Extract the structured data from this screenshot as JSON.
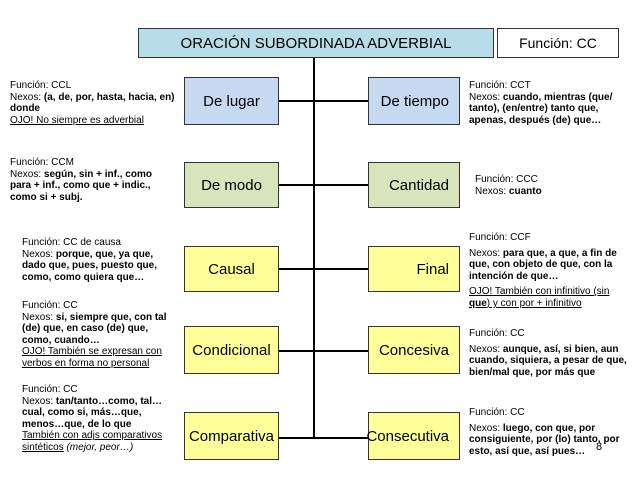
{
  "title": "ORACIÓN SUBORDINADA ADVERBIAL",
  "main_function": "Función:  CC",
  "page_number": "8",
  "left_boxes": {
    "lugar": "De lugar",
    "modo": "De modo",
    "causal": "Causal",
    "condicional": "Condicional",
    "comparativa": "Comparativa"
  },
  "right_boxes": {
    "tiempo": "De tiempo",
    "cantidad": "Cantidad",
    "final": "Final",
    "concesiva": "Concesiva",
    "consecutiva": "Consecutiva"
  },
  "notes": {
    "lugar": {
      "func": "Función:  CCL",
      "nexos_label": "Nexos: ",
      "nexos": "(a, de, por, hasta, hacia, en) donde",
      "extra": "OJO! No siempre es adverbial"
    },
    "modo": {
      "func": "Función:  CCM",
      "nexos_label": "Nexos: ",
      "nexos": "según, sin + inf., como para + inf., como que + indic., como si + subj."
    },
    "causal": {
      "func": "Función:  CC de causa",
      "nexos_label": "Nexos: ",
      "nexos": "porque, que, ya que, dado que, pues, puesto que, como, como quiera que…"
    },
    "condicional": {
      "func": "Función:  CC",
      "nexos_label": "Nexos: ",
      "nexos": "si, siempre que, con tal (de) que, en caso (de) que, como, cuando…",
      "extra": "OJO! También se expresan con verbos en forma no personal"
    },
    "comparativa": {
      "func": "Función:  CC",
      "nexos_label": "Nexos: ",
      "nexos": "tan/tanto…como, tal… cual, como si, más…que, menos…que, de lo que",
      "extra": "También con adjs comparativos sintéticos",
      "extra_italic": "(mejor, peor…)"
    },
    "tiempo": {
      "func": "Función:  CCT",
      "nexos_label": "Nexos: ",
      "nexos": "cuando, mientras (que/ tanto), (en/entre) tanto que, apenas, después (de) que…"
    },
    "cantidad": {
      "func": "Función:  CCC",
      "nexos_label": "Nexos: ",
      "nexos": "cuanto"
    },
    "final": {
      "func": "Función:  CCF",
      "nexos_label": "Nexos: ",
      "nexos": "para que, a que, a fin de que, con objeto de que, con la intención de que…",
      "extra": "OJO! También con infinitivo (sin",
      "extra_bold": "que",
      "extra_tail": ") y con por + infinitivo"
    },
    "concesiva": {
      "func": "Función:  CC",
      "nexos_label": "Nexos: ",
      "nexos": "aunque, así, si bien, aun cuando, siquiera, a pesar de que, bien/mal que, por más que"
    },
    "consecutiva": {
      "func": "Función:  CC",
      "nexos_label": "Nexos: ",
      "nexos": "luego, con que, por consiguiente, por (lo) tanto, por esto, así que, así pues…"
    }
  }
}
